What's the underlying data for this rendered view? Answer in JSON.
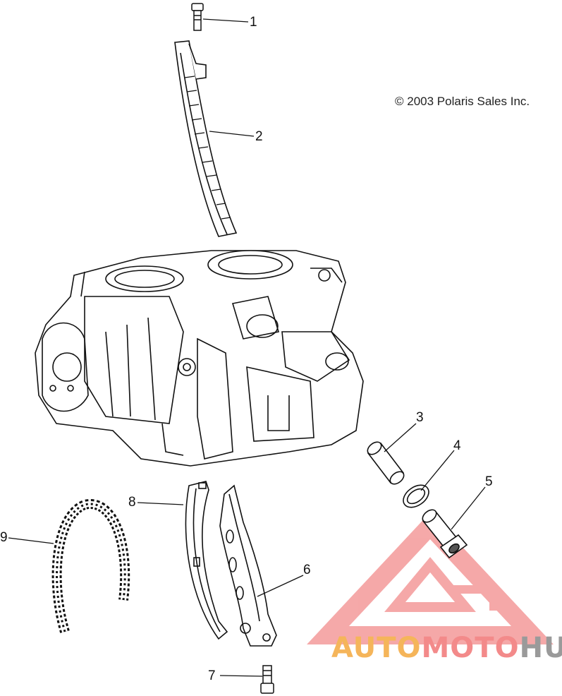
{
  "copyright": "© 2003 Polaris Sales Inc.",
  "callouts": [
    "1",
    "2",
    "3",
    "4",
    "5",
    "6",
    "7",
    "8",
    "9"
  ],
  "watermark": {
    "part1": "AUTO",
    "part2": "MOTO",
    "part3": "HUB",
    "colors": {
      "auto": "#f5b55a",
      "moto": "#f38a8a",
      "hub": "#9a9a9a",
      "logo": "#f28c8c"
    }
  },
  "parts": [
    {
      "number": "1",
      "icon": "bolt-icon"
    },
    {
      "number": "2",
      "icon": "chain-guide-upper-icon"
    },
    {
      "number": "3",
      "icon": "bushing-icon"
    },
    {
      "number": "4",
      "icon": "washer-icon"
    },
    {
      "number": "5",
      "icon": "tensioner-pivot-icon"
    },
    {
      "number": "6",
      "icon": "chain-tensioner-arm-icon"
    },
    {
      "number": "7",
      "icon": "bolt-icon"
    },
    {
      "number": "8",
      "icon": "chain-guide-lower-icon"
    },
    {
      "number": "9",
      "icon": "cam-chain-icon"
    }
  ]
}
